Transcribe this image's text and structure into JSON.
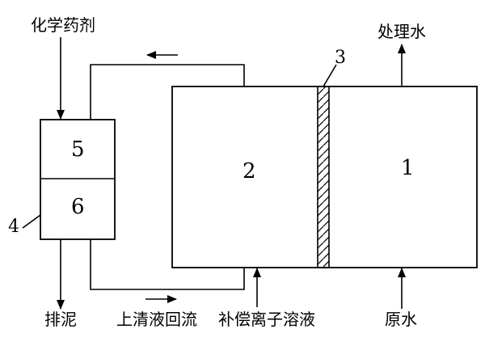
{
  "labels": {
    "chemical_agent": "化学药剂",
    "treated_water": "处理水",
    "sludge_discharge": "排泥",
    "supernatant_return": "上清液回流",
    "compensation_solution": "补偿离子溶液",
    "raw_water": "原水"
  },
  "numbers": {
    "n1": "1",
    "n2": "2",
    "n3": "3",
    "n4": "4",
    "n5": "5",
    "n6": "6"
  }
}
